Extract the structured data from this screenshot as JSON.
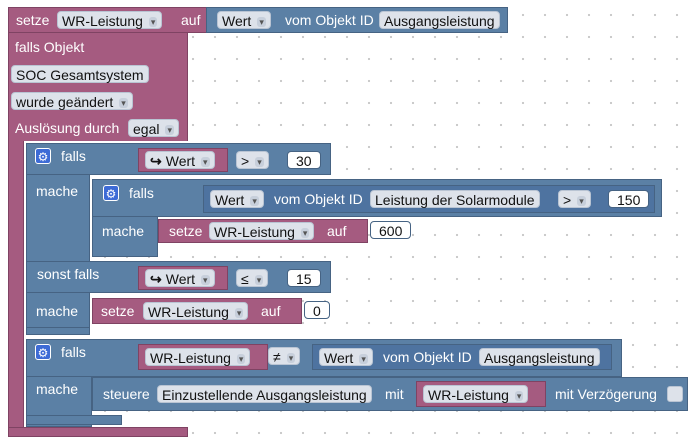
{
  "top": {
    "setze": "setze",
    "variable": "WR-Leistung",
    "auf": "auf",
    "wert": "Wert",
    "vom_objekt": "vom Objekt ID",
    "objekt": "Ausgangsleistung"
  },
  "trigger": {
    "falls_objekt": "falls Objekt",
    "object_id": "SOC Gesamtsystem",
    "mode": "wurde geändert",
    "ausloesung_label": "Auslösung durch",
    "ausloesung_value": "egal"
  },
  "if1": {
    "falls": "falls",
    "mache": "mache",
    "cond_wert": "Wert",
    "operator": ">",
    "value": "30",
    "inner_if": {
      "falls": "falls",
      "mache": "mache",
      "wert": "Wert",
      "vom_objekt": "vom Objekt ID",
      "objekt": "Leistung der Solarmodule",
      "operator": ">",
      "value": "150",
      "set_setze": "setze",
      "set_variable": "WR-Leistung",
      "set_auf": "auf",
      "set_value": "600"
    },
    "sonst_falls": "sonst falls",
    "elseif_wert": "Wert",
    "elseif_operator": "≤",
    "elseif_value": "15",
    "mache2": "mache",
    "set2_setze": "setze",
    "set2_variable": "WR-Leistung",
    "set2_auf": "auf",
    "set2_value": "0"
  },
  "if2": {
    "falls": "falls",
    "mache": "mache",
    "variable": "WR-Leistung",
    "operator": "≠",
    "wert": "Wert",
    "vom_objekt": "vom Objekt ID",
    "objekt": "Ausgangsleistung",
    "steuere": "steuere",
    "steuere_target": "Einzustellende Ausgangsleistung",
    "mit": "mit",
    "steuere_variable": "WR-Leistung",
    "mit_verzoegerung": "mit Verzögerung"
  },
  "colors": {
    "event": "#a55b80",
    "logic": "#5b80a5",
    "gear": "#3d6bd6"
  },
  "icons": [
    "gear-icon",
    "return-arrow-icon",
    "chevron-down-icon",
    "checkbox-icon"
  ]
}
